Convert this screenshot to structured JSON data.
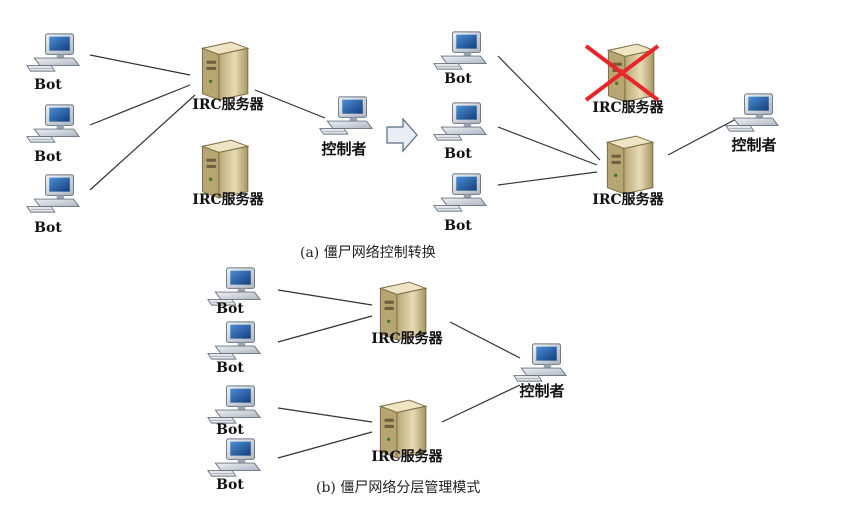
{
  "labels": {
    "bot": "Bot",
    "server": "IRC服务器",
    "controller": "控制者"
  },
  "captions": {
    "a": "(a)  僵尸网络控制转换",
    "b": "(b)  僵尸网络分层管理模式"
  },
  "colors": {
    "line": "#333333",
    "cross": "#e8262a",
    "server_body": "#d9c99a",
    "computer_body": "#cfd6df",
    "screen": "#1d5fa8"
  },
  "icons": {
    "computer": "computer-icon",
    "server": "server-icon",
    "arrow": "right-arrow-icon",
    "cross": "red-x-icon"
  }
}
